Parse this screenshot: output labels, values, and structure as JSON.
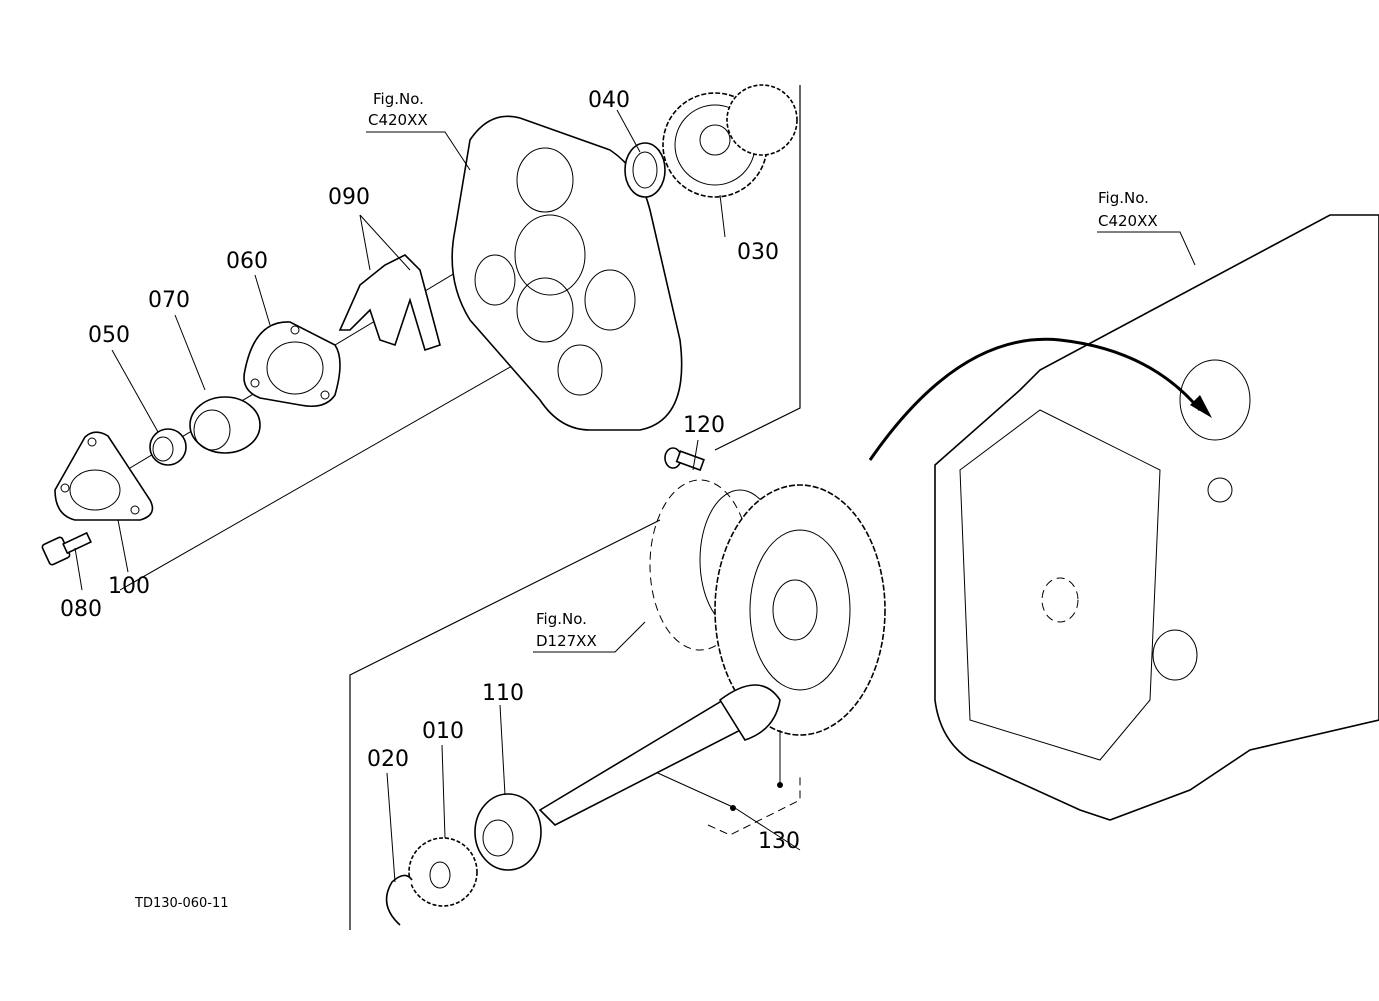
{
  "diagram": {
    "drawing_code": "TD130-060-11",
    "part_labels": {
      "p010": "010",
      "p020": "020",
      "p030": "030",
      "p040": "040",
      "p050": "050",
      "p060": "060",
      "p070": "070",
      "p080": "080",
      "p090": "090",
      "p100": "100",
      "p110": "110",
      "p120": "120",
      "p130": "130"
    },
    "figure_refs": {
      "top": {
        "line1": "Fig.No.",
        "line2": "C420XX"
      },
      "right": {
        "line1": "Fig.No.",
        "line2": "C420XX"
      },
      "middle": {
        "line1": "Fig.No.",
        "line2": "D127XX"
      }
    }
  }
}
